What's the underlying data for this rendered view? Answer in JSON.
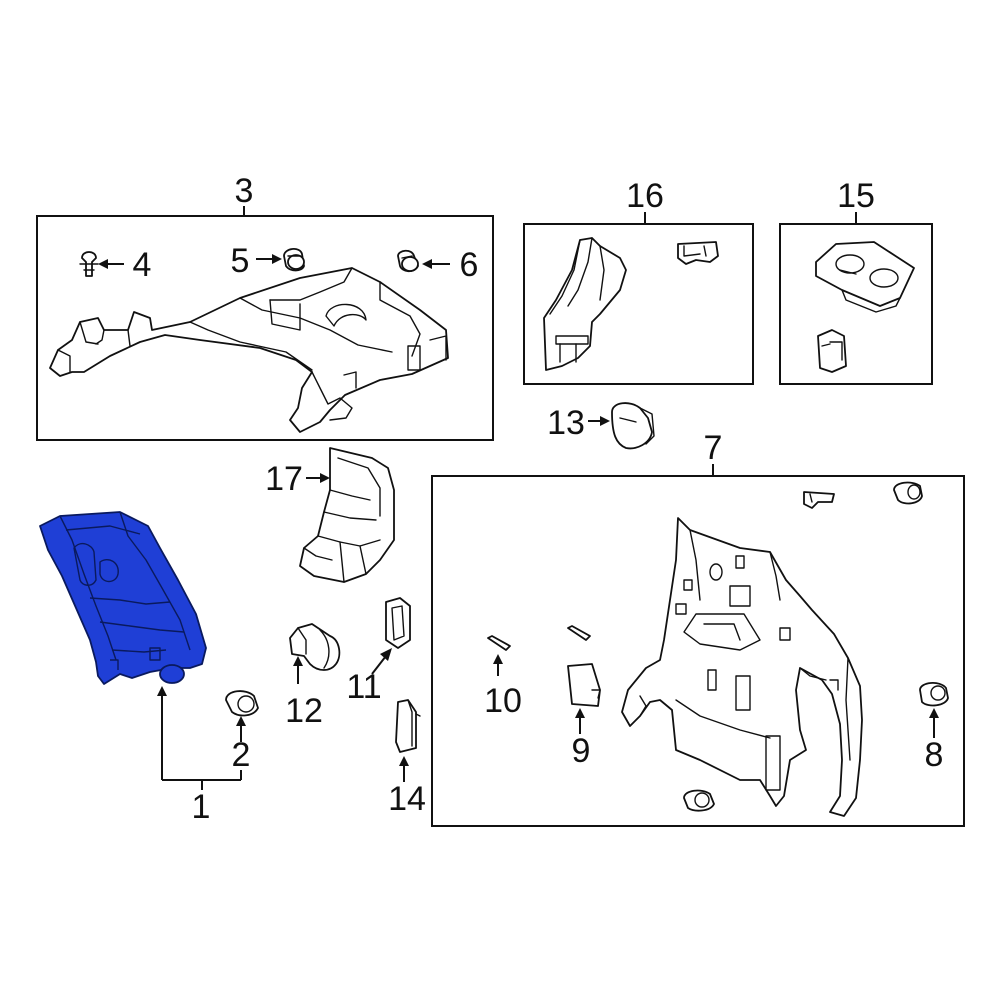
{
  "callouts": {
    "c1": "1",
    "c2": "2",
    "c3": "3",
    "c4": "4",
    "c5": "5",
    "c6": "6",
    "c7": "7",
    "c8": "8",
    "c9": "9",
    "c10": "10",
    "c11": "11",
    "c12": "12",
    "c13": "13",
    "c14": "14",
    "c15": "15",
    "c16": "16",
    "c17": "17"
  },
  "highlight_color": "#1f3fd6",
  "highlighted_part": "1"
}
